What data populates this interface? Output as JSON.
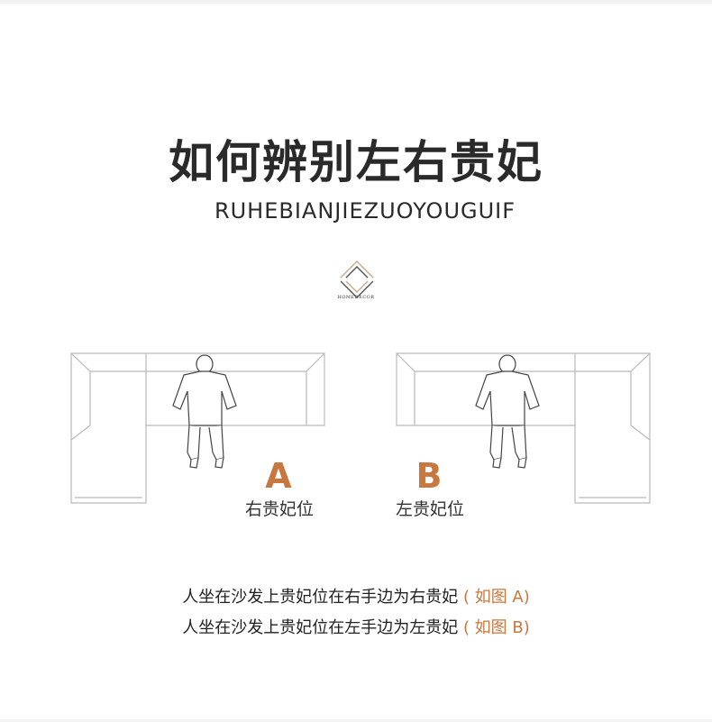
{
  "header": {
    "title": "如何辨别左右贵妃",
    "subtitle": "RUHEBIANJIEZUOYOUGUIF",
    "logo_text": "HOMEDECOR"
  },
  "diagram_a": {
    "letter": "A",
    "caption": "右贵妃位"
  },
  "diagram_b": {
    "letter": "B",
    "caption": "左贵妃位"
  },
  "explanations": [
    {
      "text": "人坐在沙发上贵妃位在右手边为右贵妃",
      "note": "( 如图 A)"
    },
    {
      "text": "人坐在沙发上贵妃位在左手边为左贵妃",
      "note": "( 如图 B)"
    }
  ],
  "colors": {
    "accent": "#c8773f",
    "text": "#2a2a2a",
    "line": "#b9b9b9"
  }
}
